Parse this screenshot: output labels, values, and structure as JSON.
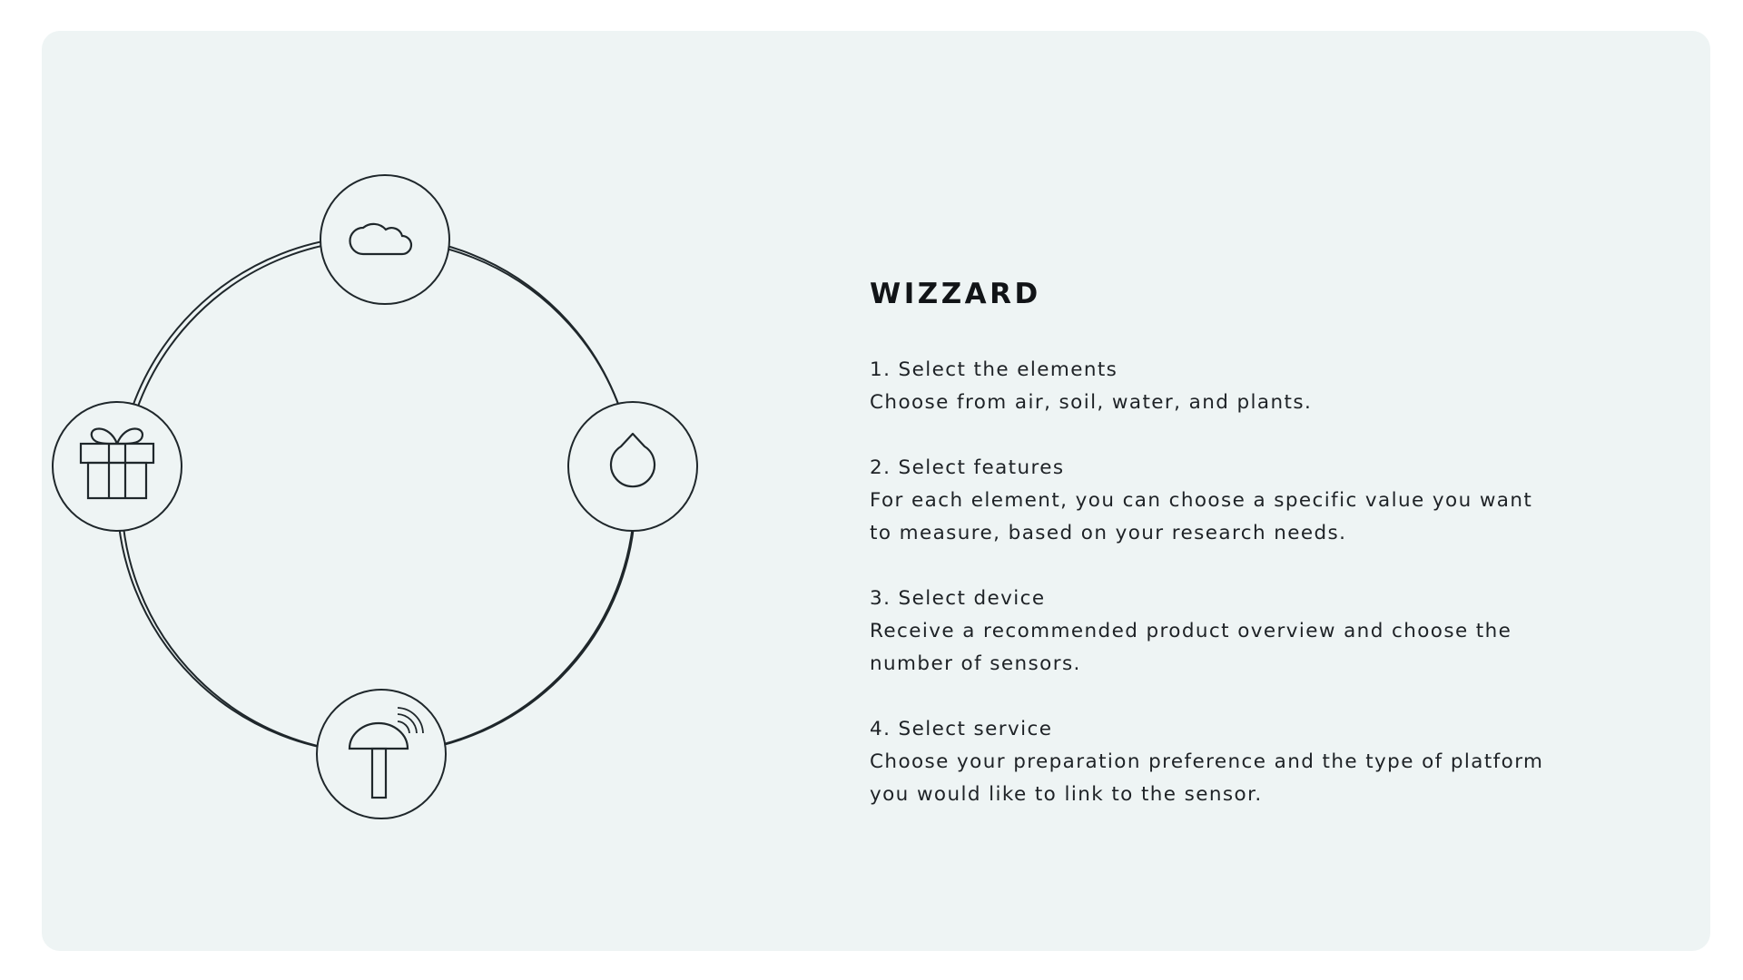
{
  "wizard": {
    "title": "WIZZARD",
    "steps": [
      {
        "heading": "1. Select the elements",
        "lines": [
          "Choose from air, soil, water, and plants."
        ]
      },
      {
        "heading": "2. Select features",
        "lines": [
          "For each element, you can choose a specific value you want",
          "to measure, based on your research needs."
        ]
      },
      {
        "heading": "3. Select device",
        "lines": [
          "Receive a recommended product overview and choose the",
          "number of sensors."
        ]
      },
      {
        "heading": "4. Select service",
        "lines": [
          "Choose your preparation preference and the type of platform",
          "you would like to link to the sensor."
        ]
      }
    ]
  },
  "colors": {
    "background": "#ffffff",
    "card": "#eef4f4",
    "stroke": "#1f272b",
    "text": "#1e2226"
  },
  "icons": {
    "top": "cloud-icon",
    "right": "water-drop-icon",
    "bottom": "sensor-device-icon",
    "left": "gift-icon"
  }
}
